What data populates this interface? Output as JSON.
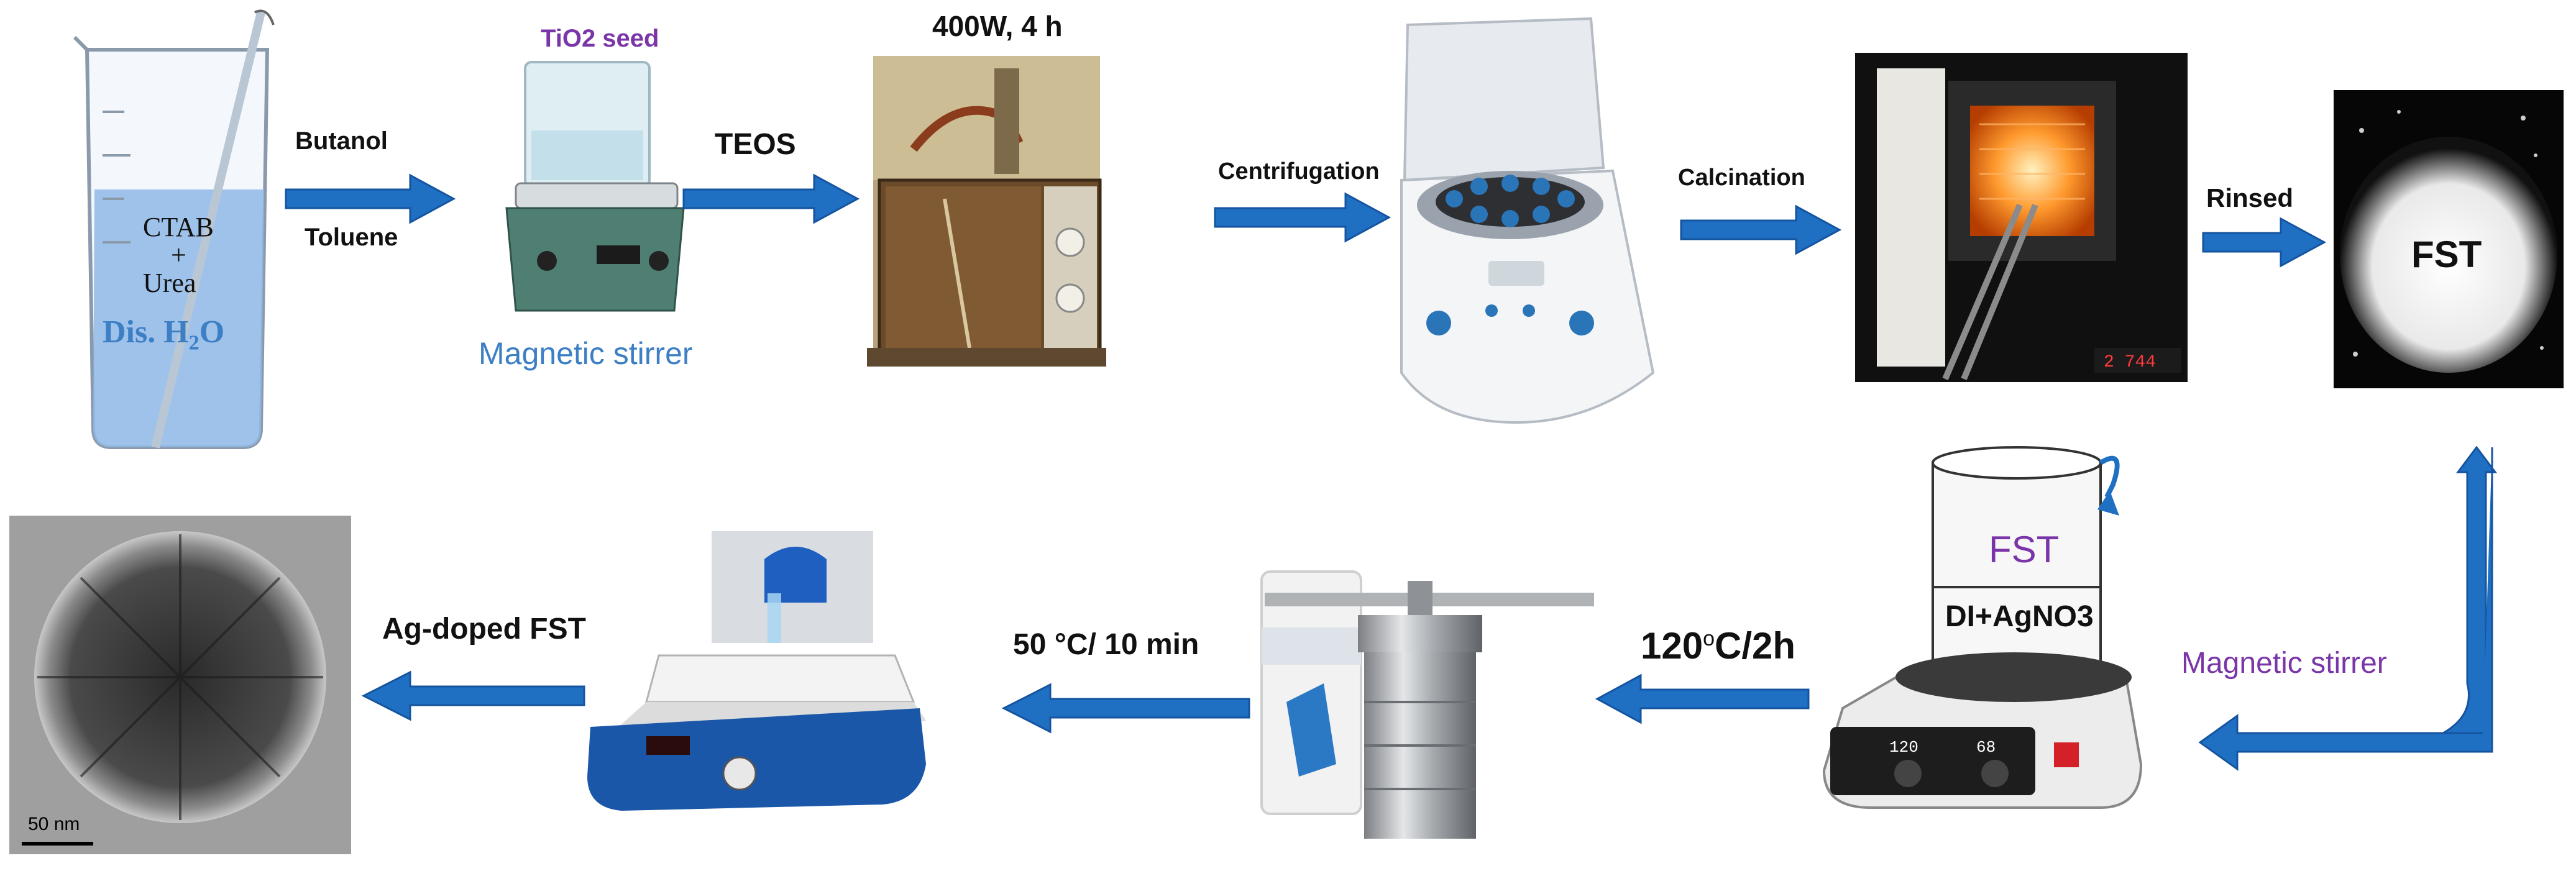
{
  "colors": {
    "arrow": "#1f6fc2",
    "arrow_edge": "#1554a0",
    "label_dark": "#111111",
    "label_blue": "#3d7fc4",
    "label_purple": "#7a35a8",
    "water": "#8fb8e6"
  },
  "beaker": {
    "content_top": "CTAB",
    "content_mid": "+",
    "content_bottom": "Urea",
    "caption_prefix": "Dis. H",
    "caption_sub": "2",
    "caption_suffix": "O"
  },
  "steps": {
    "arrow1_top": "Butanol",
    "arrow1_bottom": "Toluene",
    "tio2_seed": "TiO2 seed",
    "stirrer1": "Magnetic stirrer",
    "teos": "TEOS",
    "microwave": "400W, 4 h",
    "centrifugation": "Centrifugation",
    "calcination": "Calcination",
    "rinsed": "Rinsed",
    "fst_powder": "FST",
    "stirrer2": "Magnetic stirrer",
    "beaker_fst": "FST",
    "beaker_solution": "DI+AgNO3",
    "temp_main": "120",
    "temp_sup": "o",
    "temp_rest": "C/2h",
    "heat": "50 °C/ 10 min",
    "product": "Ag-doped FST",
    "scale_bar": "50  nm"
  },
  "icons": [
    "beaker-icon",
    "magnetic-stirrer-icon",
    "microwave-icon",
    "centrifuge-icon",
    "furnace-icon",
    "powder-icon",
    "stirrer-beaker-icon",
    "autoclave-icon",
    "hotplate-icon",
    "tem-image-icon"
  ]
}
